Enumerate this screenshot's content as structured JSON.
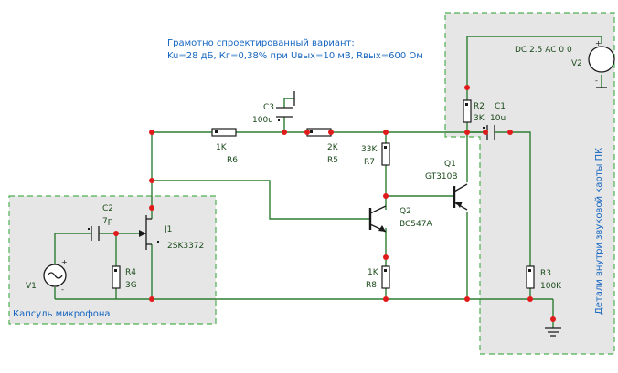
{
  "header": {
    "line1": "Грамотно спроектированный вариант:",
    "line2": "Ku=28 дБ, Кг=0,38% при Uвых=10 мВ, Rвых=600 Ом"
  },
  "regions": {
    "mic_label": "Капсуль микрофона",
    "pc_label": "Детали внутри звуковой карты ПК"
  },
  "components": {
    "R6": {
      "ref": "R6",
      "value": "1K"
    },
    "R5": {
      "ref": "R5",
      "value": "2K"
    },
    "R7": {
      "ref": "R7",
      "value": "33K"
    },
    "R8": {
      "ref": "R8",
      "value": "1K"
    },
    "R4": {
      "ref": "R4",
      "value": "3G"
    },
    "R2": {
      "ref": "R2",
      "value": "3K"
    },
    "R3": {
      "ref": "R3",
      "value": "100K"
    },
    "C3": {
      "ref": "C3",
      "value": "100u"
    },
    "C2": {
      "ref": "C2",
      "value": "7p"
    },
    "C1": {
      "ref": "C1",
      "value": "10u"
    },
    "J1": {
      "ref": "J1",
      "value": "2SK3372"
    },
    "Q2": {
      "ref": "Q2",
      "value": "BC547A"
    },
    "Q1": {
      "ref": "Q1",
      "value": "GT310B"
    },
    "V1": {
      "ref": "V1"
    },
    "V2": {
      "ref": "V2",
      "value": "DC 2.5 AC 0 0"
    }
  },
  "colors": {
    "wire": "#2e7d32",
    "node": "#e11b1b",
    "text": "#1565c0",
    "region_fill": "#e6e6e6",
    "region_border": "#4caf50"
  }
}
